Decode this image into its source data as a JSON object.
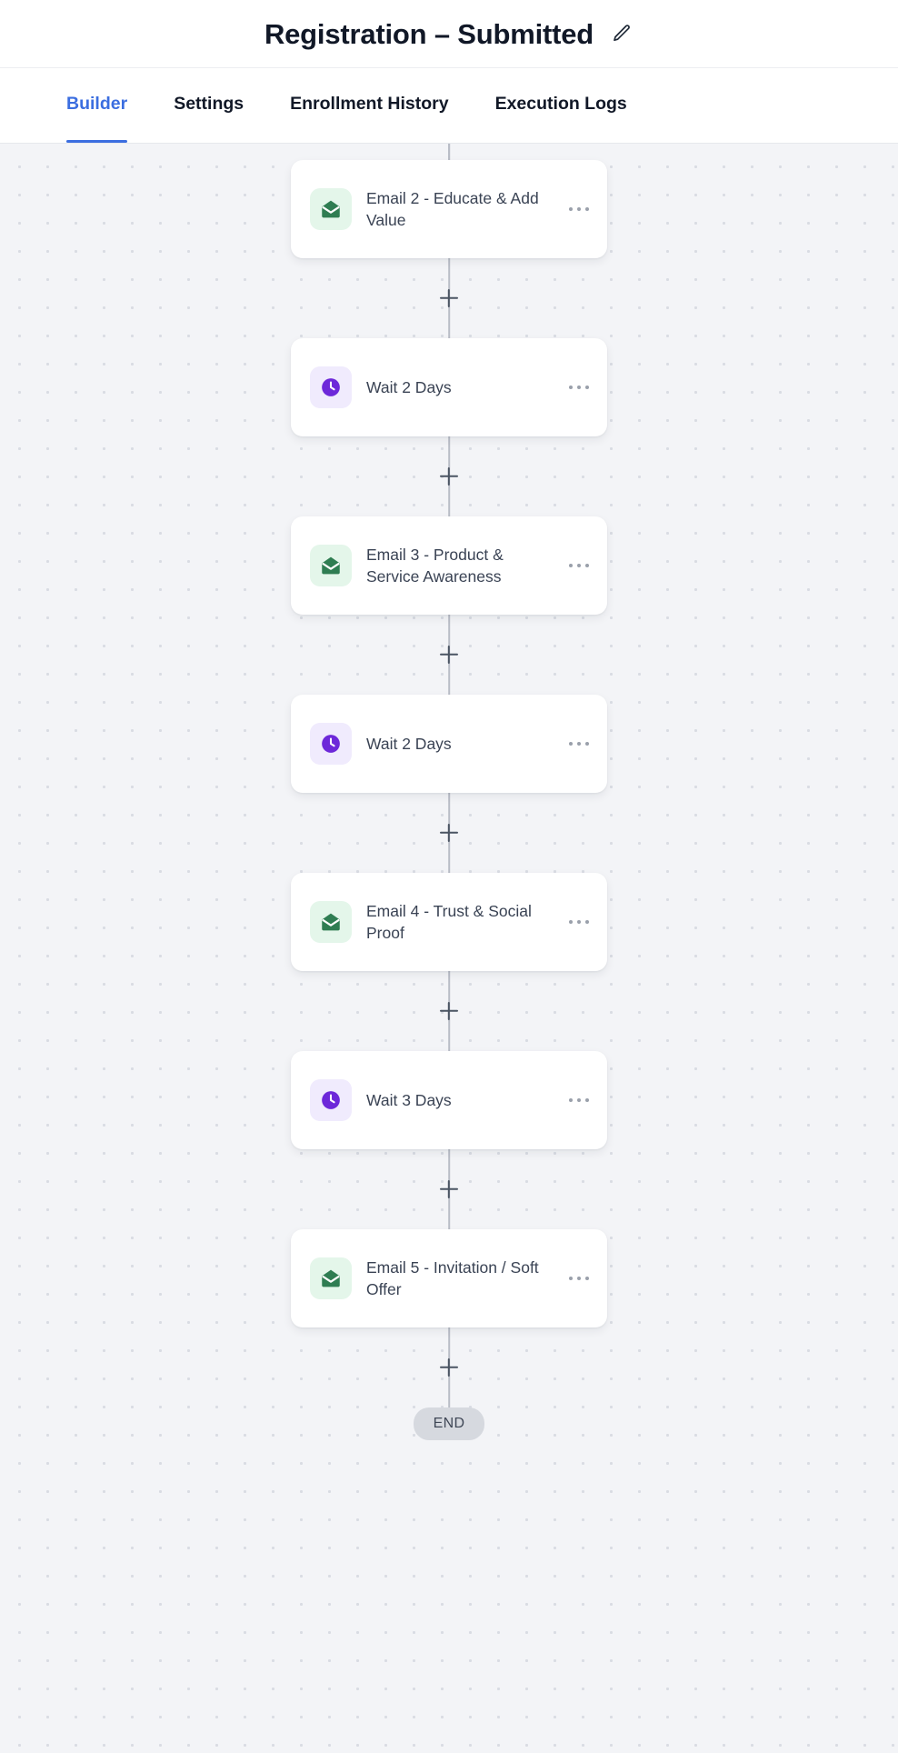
{
  "header": {
    "title": "Registration – Submitted",
    "edit_icon": "pencil-icon"
  },
  "tabs": [
    {
      "label": "Builder",
      "active": true
    },
    {
      "label": "Settings",
      "active": false
    },
    {
      "label": "Enrollment History",
      "active": false
    },
    {
      "label": "Execution Logs",
      "active": false
    }
  ],
  "canvas": {
    "add_button_label": "+",
    "end_label": "END",
    "menu_icon": "ellipsis-icon",
    "colors": {
      "accent": "#3b6ee0",
      "email_icon_bg": "#e4f6ea",
      "email_icon_fg": "#2f7d52",
      "wait_icon_bg": "#f0ebfd",
      "wait_icon_fg": "#6d28d9",
      "canvas_bg": "#f3f4f7",
      "end_badge_bg": "#d6d9df"
    },
    "nodes": [
      {
        "type": "email",
        "icon": "envelope-icon",
        "label": "Email 2 - Educate & Add Value"
      },
      {
        "type": "wait",
        "icon": "clock-icon",
        "label": "Wait 2 Days"
      },
      {
        "type": "email",
        "icon": "envelope-icon",
        "label": "Email 3 - Product & Service Awareness"
      },
      {
        "type": "wait",
        "icon": "clock-icon",
        "label": "Wait 2 Days"
      },
      {
        "type": "email",
        "icon": "envelope-icon",
        "label": "Email 4 - Trust & Social Proof"
      },
      {
        "type": "wait",
        "icon": "clock-icon",
        "label": "Wait 3 Days"
      },
      {
        "type": "email",
        "icon": "envelope-icon",
        "label": "Email 5 - Invitation / Soft Offer"
      }
    ]
  }
}
